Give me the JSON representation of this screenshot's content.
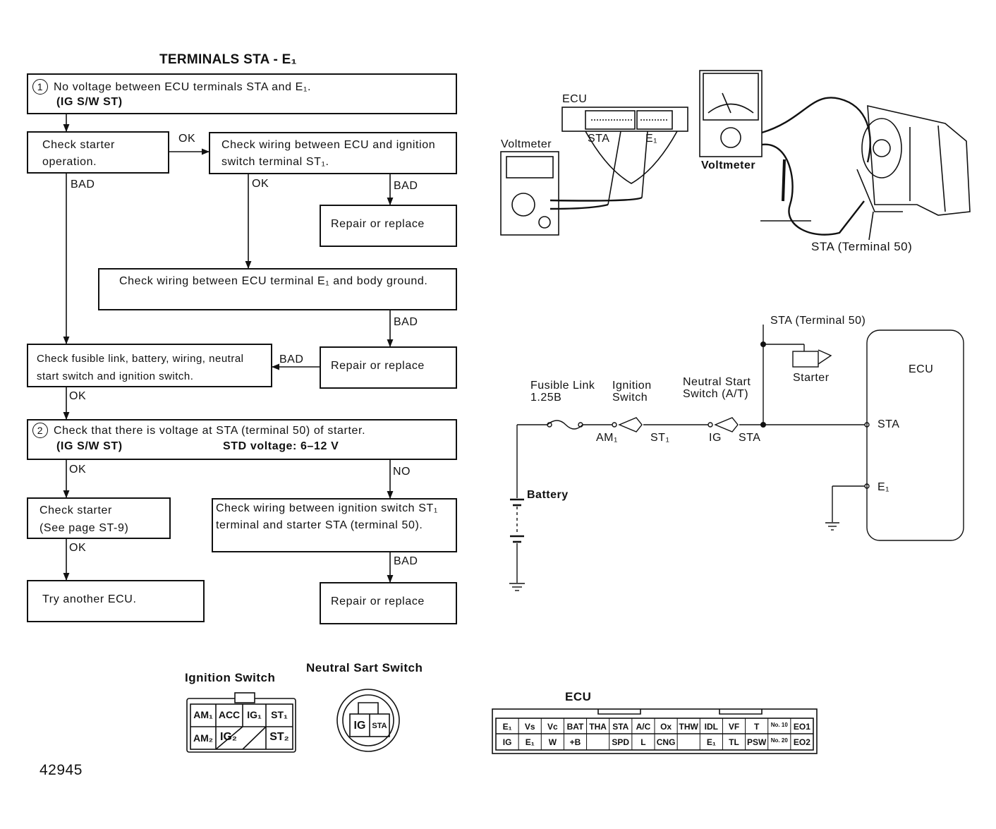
{
  "title": "TERMINALS STA - E₁",
  "figure_number": "42945",
  "flow": {
    "step1_title": "No voltage between ECU terminals STA and E₁.",
    "step1_sub": "(IG S/W ST)",
    "step1_num": "1",
    "check_starter_op": "Check starter operation.",
    "check_wiring_ecu_ign": "Check wiring between ECU and ignition switch terminal ST₁.",
    "repair1": "Repair or replace",
    "check_wiring_e1": "Check wiring between ECU terminal E₁ and body ground.",
    "check_fusible": "Check fusible link, battery, wiring, neutral start switch and ignition switch.",
    "repair2": "Repair or replace",
    "step2_num": "2",
    "step2_title": "Check that there is voltage at STA (terminal 50) of starter.",
    "step2_sub": "(IG S/W ST)",
    "step2_std": "STD voltage: 6–12 V",
    "check_starter": "Check starter",
    "check_starter_page": "(See page ST-9)",
    "check_wiring_ign_sta": "Check wiring between ignition switch ST₁ terminal and starter STA (terminal 50).",
    "repair3": "Repair or replace",
    "try_ecu": "Try another ECU.",
    "labels": {
      "ok": "OK",
      "bad": "BAD",
      "no": "NO"
    }
  },
  "illustration": {
    "ecu": "ECU",
    "voltmeter1": "Voltmeter",
    "voltmeter2": "Voltmeter",
    "sta": "STA",
    "e1": "E₁",
    "sta_terminal": "STA (Terminal 50)"
  },
  "schematic": {
    "sta_terminal": "STA (Terminal 50)",
    "starter": "Starter",
    "ecu": "ECU",
    "fusible_link": "Fusible Link",
    "fusible_link_size": "1.25B",
    "ignition_switch": "Ignition Switch",
    "neutral_start": "Neutral Start Switch (A/T)",
    "am1": "AM₁",
    "st1": "ST₁",
    "ig": "IG",
    "sta": "STA",
    "ecu_sta": "STA",
    "ecu_e1": "E₁",
    "battery": "Battery"
  },
  "connectors": {
    "ignition_title": "Ignition Switch",
    "ignition_cells": [
      "AM₁",
      "ACC",
      "IG₁",
      "ST₁",
      "AM₂",
      "IG₂",
      "ST₂"
    ],
    "neutral_title": "Neutral Sart Switch",
    "neutral_cells": [
      "IG",
      "STA"
    ],
    "ecu_title": "ECU",
    "ecu_row1": [
      "E₁",
      "Vs",
      "Vc",
      "BAT",
      "THA",
      "STA",
      "A/C",
      "Ox",
      "THW",
      "IDL",
      "VF",
      "T",
      "No. 10",
      "EO1"
    ],
    "ecu_row2": [
      "IG",
      "E₁",
      "W",
      "+B",
      "SPD",
      "L",
      "CNG",
      "E₁",
      "TL",
      "PSW",
      "No. 20",
      "EO2"
    ]
  }
}
